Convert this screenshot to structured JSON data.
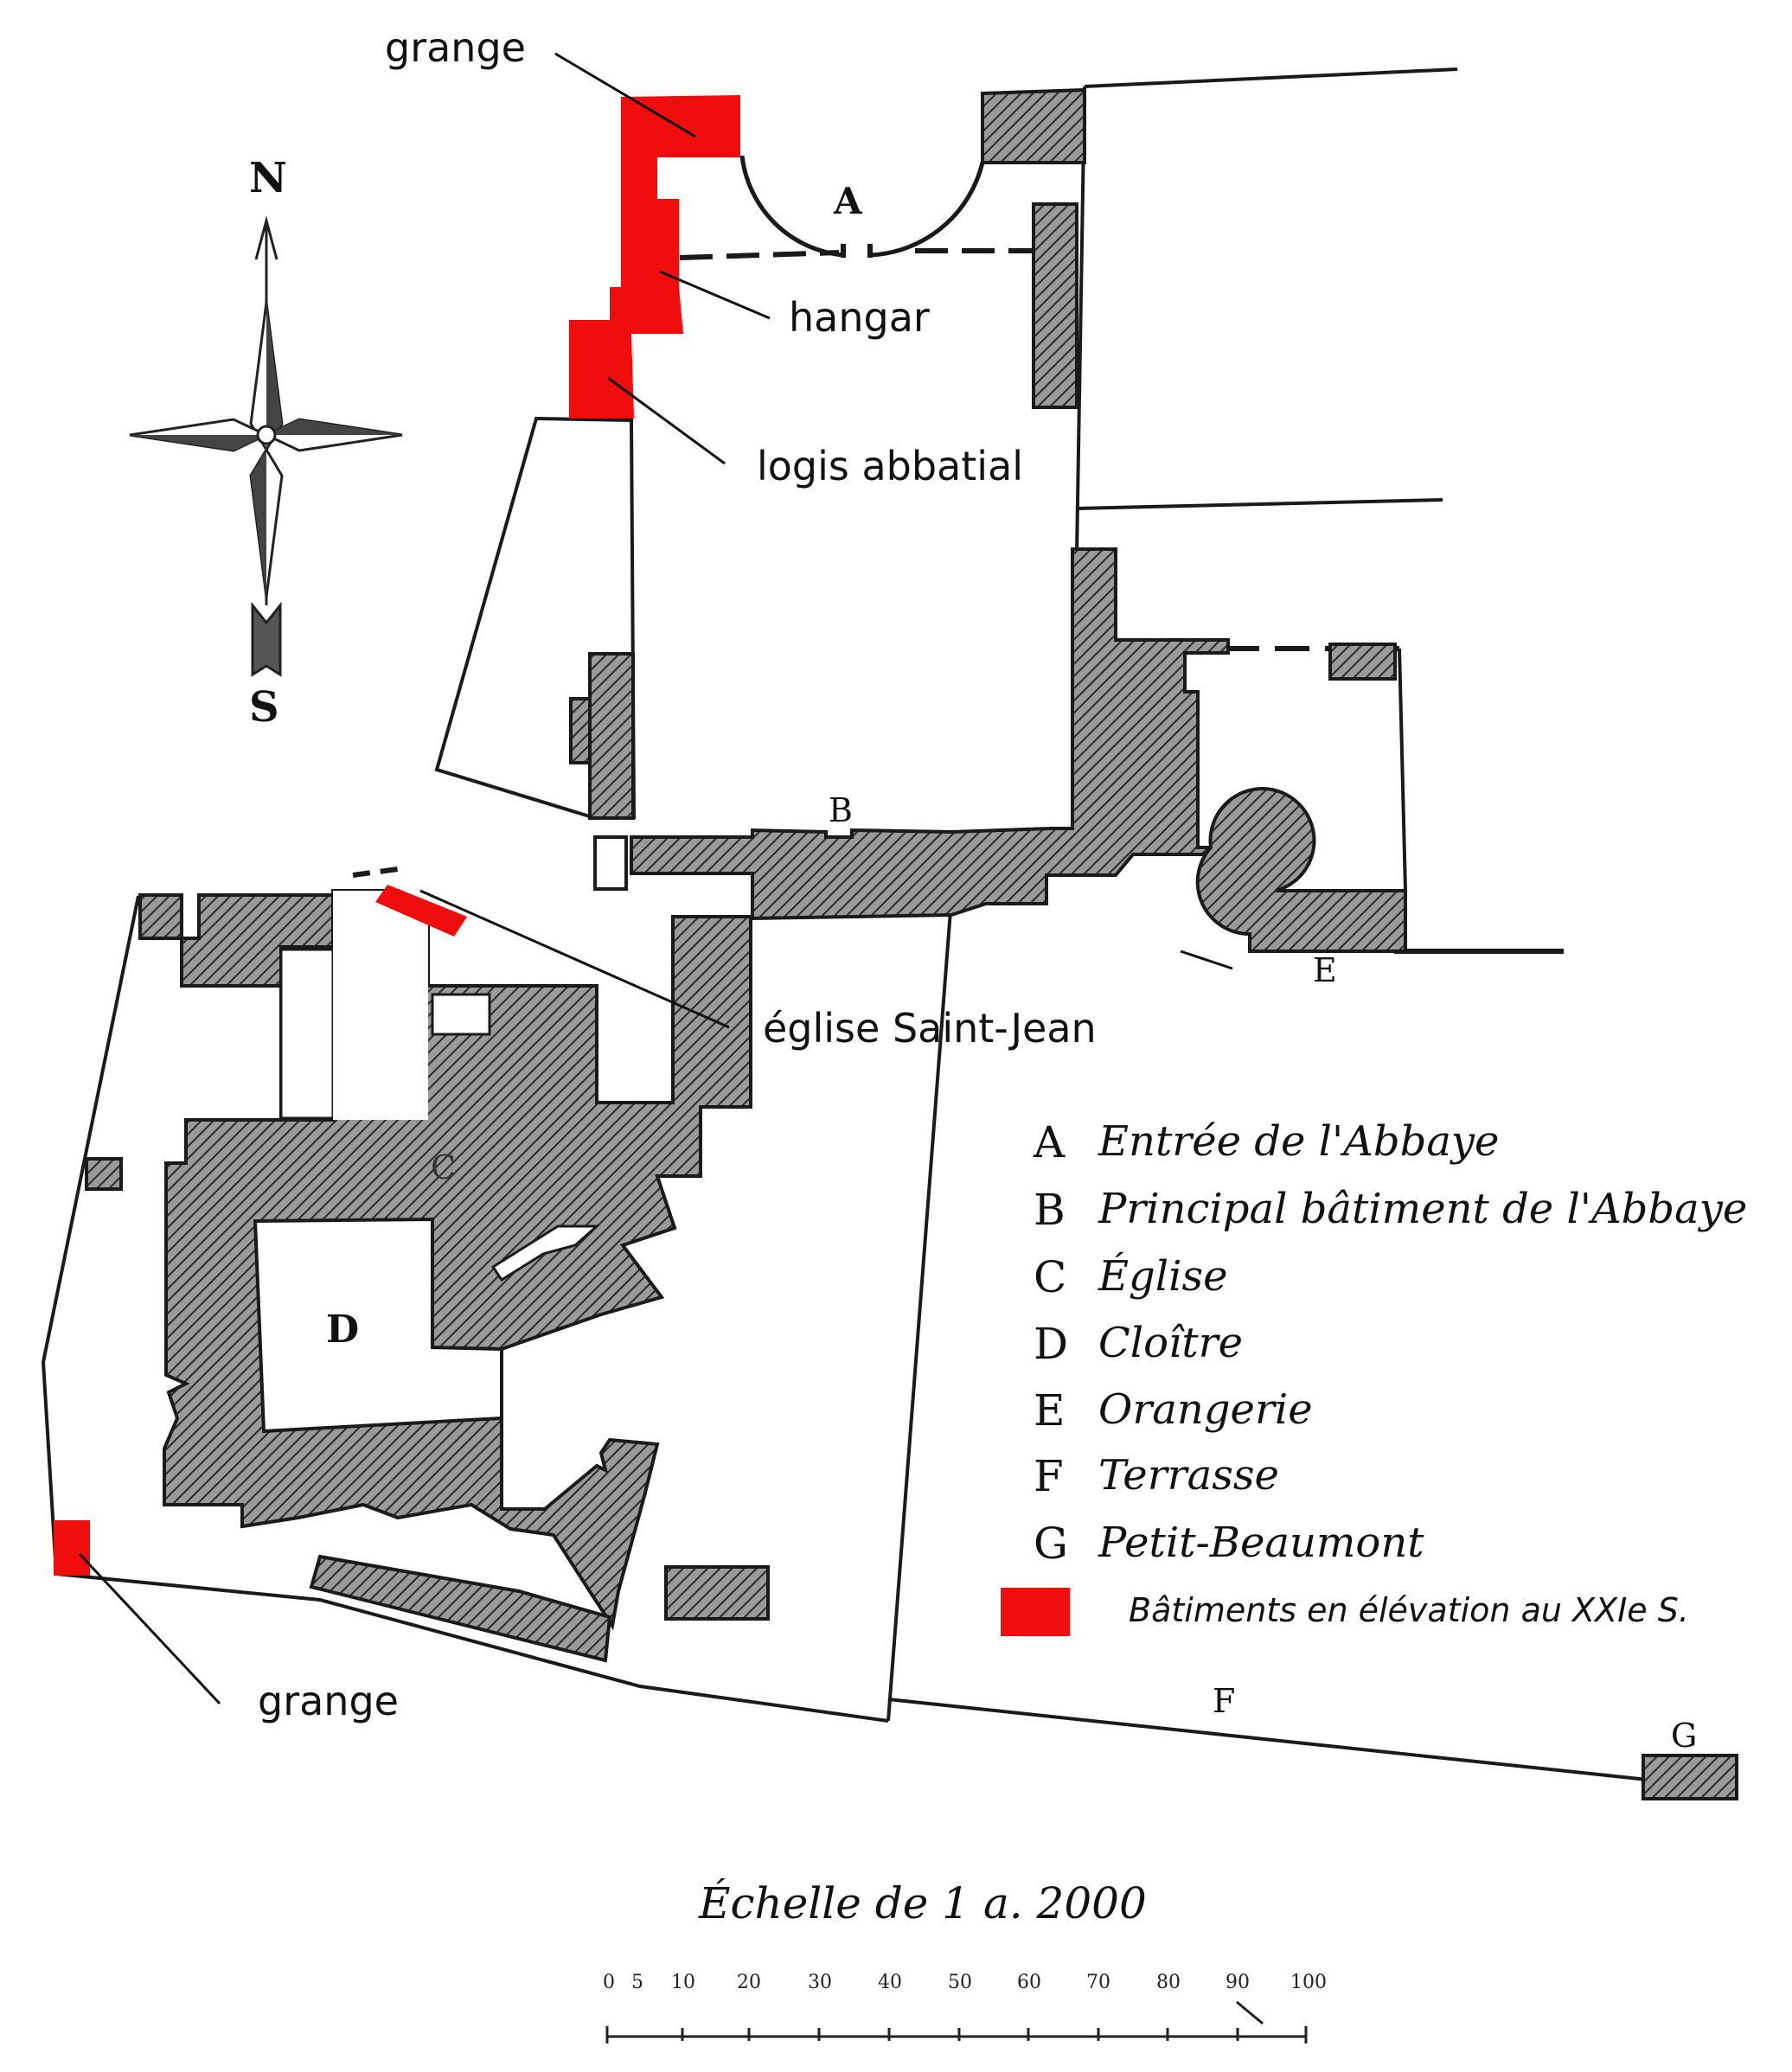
{
  "colors": {
    "highlight": "#ef0d0d",
    "ink": "#1a1a1a",
    "hatch": "#555555"
  },
  "compass": {
    "north": "N",
    "south": "S"
  },
  "annotations": {
    "grange_top": "grange",
    "hangar": "hangar",
    "logis": "logis abbatial",
    "eglise_saint_jean": "église Saint-Jean",
    "grange_bottom": "grange"
  },
  "plan_letters": {
    "A": "A",
    "B": "B",
    "C": "C",
    "D": "D",
    "E": "E",
    "F": "F",
    "G": "G"
  },
  "legend": [
    {
      "letter": "A",
      "text": "Entrée de l'Abbaye"
    },
    {
      "letter": "B",
      "text": "Principal bâtiment de l'Abbaye"
    },
    {
      "letter": "C",
      "text": "Église"
    },
    {
      "letter": "D",
      "text": "Cloître"
    },
    {
      "letter": "E",
      "text": "Orangerie"
    },
    {
      "letter": "F",
      "text": "Terrasse"
    },
    {
      "letter": "G",
      "text": "Petit-Beaumont"
    }
  ],
  "legend_swatch_text": "Bâtiments en élévation au XXIe S.",
  "scale": {
    "title": "Échelle de 1 a. 2000",
    "ticks": [
      "0",
      "5",
      "10",
      "20",
      "30",
      "40",
      "50",
      "60",
      "70",
      "80",
      "90",
      "100"
    ]
  }
}
